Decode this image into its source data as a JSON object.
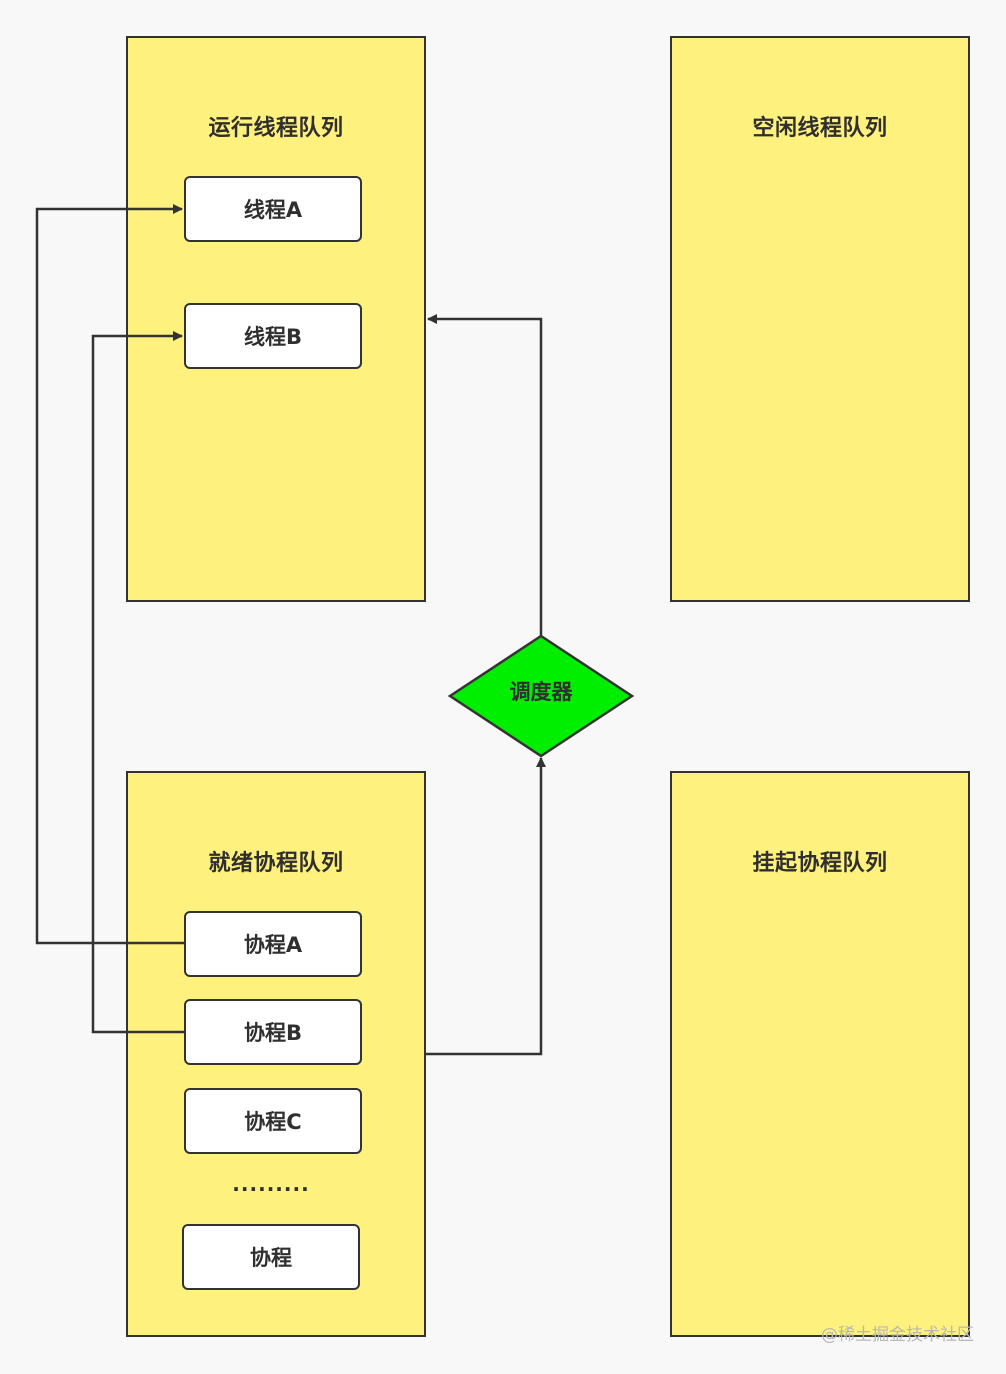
{
  "panels": {
    "running_threads": {
      "title": "运行线程队列"
    },
    "idle_threads": {
      "title": "空闲线程队列"
    },
    "ready_coroutines": {
      "title": "就绪协程队列"
    },
    "suspended_coroutines": {
      "title": "挂起协程队列"
    }
  },
  "running_nodes": [
    "线程A",
    "线程B"
  ],
  "ready_nodes": [
    "协程A",
    "协程B",
    "协程C"
  ],
  "ellipsis": ".........",
  "last_node": "协程",
  "scheduler": {
    "label": "调度器",
    "color": "#00ee00"
  },
  "colors": {
    "panel_fill": "#fff17d",
    "border": "#333333",
    "node_fill": "#ffffff"
  },
  "watermark": "@稀土掘金技术社区"
}
